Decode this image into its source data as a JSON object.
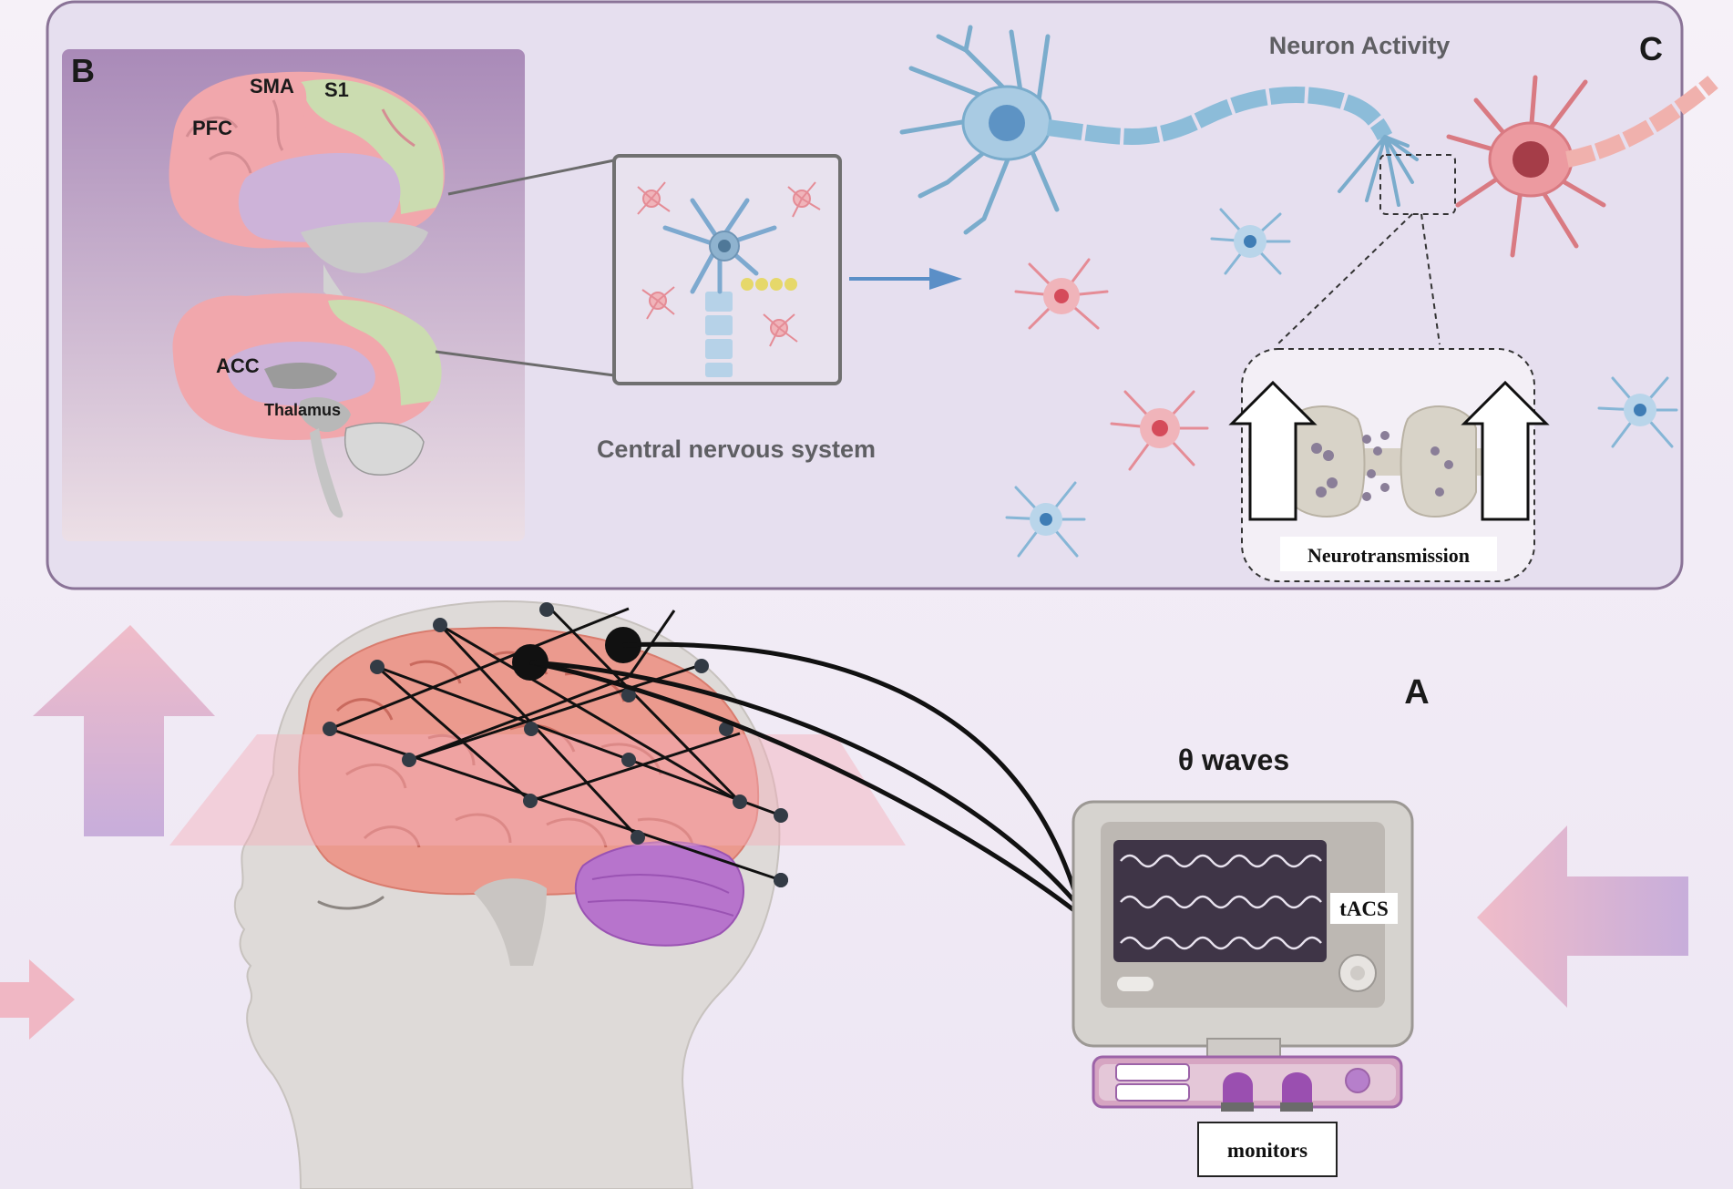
{
  "panels": {
    "a": {
      "letter": "A",
      "wave_label": "θ waves",
      "device_label": "tACS",
      "monitor_label": "monitors"
    },
    "b": {
      "letter": "B",
      "regions_lateral": [
        "SMA",
        "S1",
        "PFC"
      ],
      "regions_medial": [
        "ACC",
        "Thalamus"
      ],
      "caption": "Central nervous system"
    },
    "c": {
      "letter": "C",
      "title": "Neuron Activity",
      "inset_label": "Neurotransmission"
    }
  },
  "colors": {
    "panel_bg": "#e6dfef",
    "panel_border": "#8a7397",
    "pink": "#e79aa6",
    "purple": "#c7a8d6",
    "neuron_blue": "#8fc0de",
    "neuron_red": "#e8868f",
    "brain_salmon": "#ee9a8a"
  },
  "icons": [
    "arrow-up-icon",
    "arrow-left-icon",
    "arrow-right-icon",
    "blue-arrow-icon",
    "electrode-icon"
  ]
}
